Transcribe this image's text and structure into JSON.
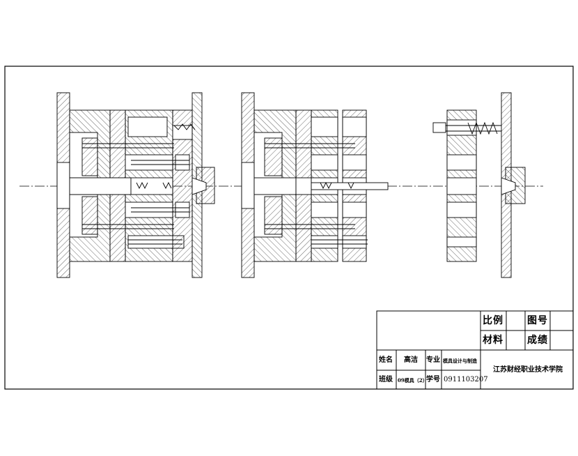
{
  "title_block": {
    "scale_label": "比例",
    "drawing_no_label": "图号",
    "material_label": "材料",
    "grade_label": "成绩",
    "name_label": "姓名",
    "name_value": "高洁",
    "major_label": "专业",
    "major_value": "模具设计与制造",
    "class_label": "班级",
    "class_value": "09模具（2）",
    "student_id_label": "学号",
    "student_id_value": "0911103207",
    "school": "江苏财经职业技术学院"
  }
}
